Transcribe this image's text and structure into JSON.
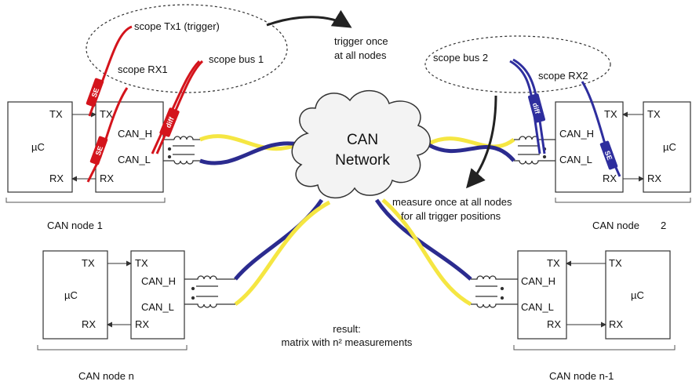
{
  "colors": {
    "wire_blue": "#2b2b8f",
    "wire_yellow": "#f5e642",
    "probe_red": "#d4141c",
    "probe_blue": "#2e2e9e",
    "box_stroke": "#333333",
    "cloud_fill": "#f3f3f3"
  },
  "network": {
    "line1": "CAN",
    "line2": "Network"
  },
  "nodes": {
    "node1": {
      "uc": "µC",
      "tx": "TX",
      "rx": "RX",
      "can_h": "CAN_H",
      "can_l": "CAN_L",
      "caption": "CAN node 1"
    },
    "node2": {
      "uc": "µC",
      "tx": "TX",
      "rx": "RX",
      "can_h": "CAN_H",
      "can_l": "CAN_L",
      "caption": "CAN node",
      "caption_num": "2"
    },
    "noden": {
      "uc": "µC",
      "tx": "TX",
      "rx": "RX",
      "can_h": "CAN_H",
      "can_l": "CAN_L",
      "caption": "CAN node n"
    },
    "noden1": {
      "uc": "µC",
      "tx": "TX",
      "rx": "RX",
      "can_h": "CAN_H",
      "can_l": "CAN_L",
      "caption": "CAN node n-1"
    }
  },
  "probes": {
    "scope_tx1": "scope Tx1 (trigger)",
    "scope_rx1": "scope RX1",
    "scope_bus1": "scope bus 1",
    "scope_bus2": "scope bus 2",
    "scope_rx2": "scope RX2",
    "se": "SE",
    "diff": "diff"
  },
  "notes": {
    "trigger_line1": "trigger once",
    "trigger_line2": "at all nodes",
    "measure_line1": "measure once at all nodes",
    "measure_line2": "for all trigger positions",
    "result_line1": "result:",
    "result_line2": "matrix with n² measurements"
  }
}
